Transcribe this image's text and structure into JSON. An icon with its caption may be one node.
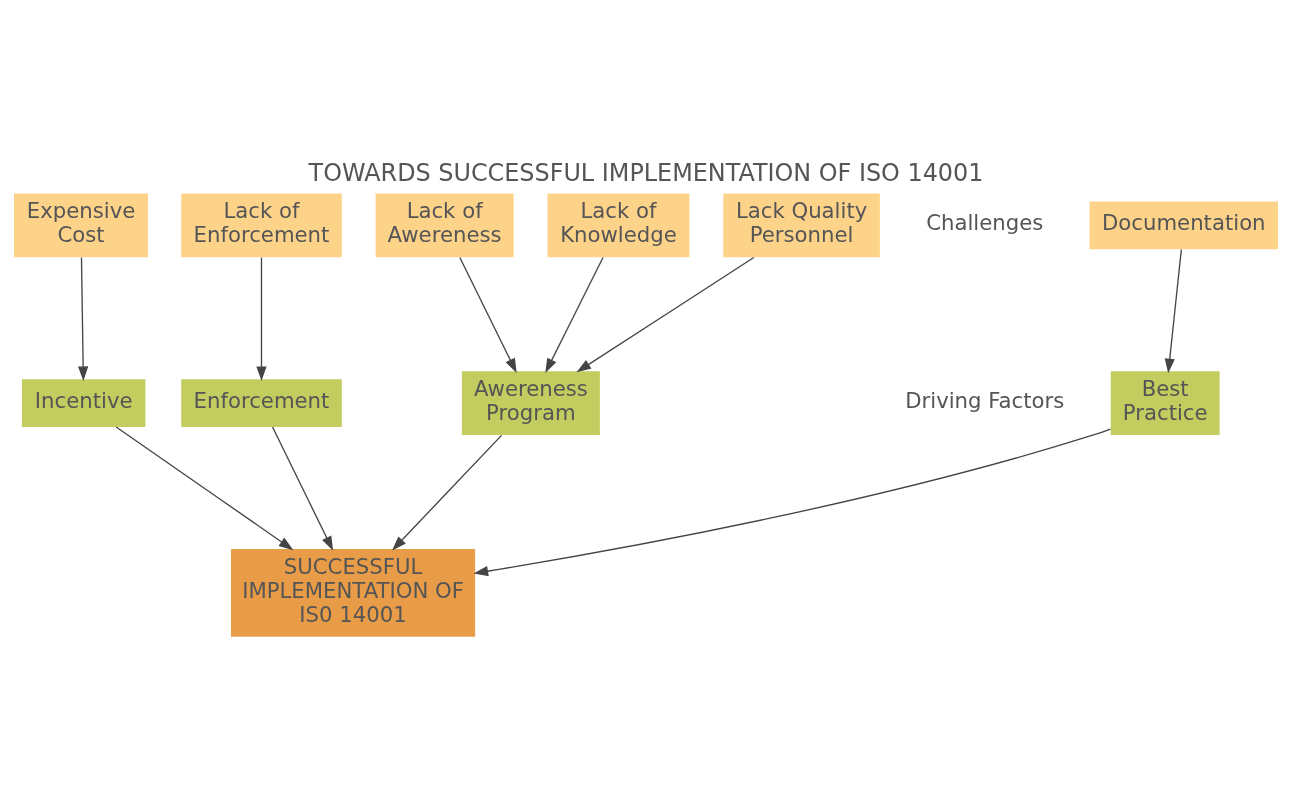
{
  "diagram": {
    "title": "TOWARDS SUCCESSFUL IMPLEMENTATION OF ISO 14001",
    "nodes": [
      {
        "text": [
          "Documentation"
        ]
      },
      {
        "text": [
          "Expensive Cost"
        ]
      },
      {
        "text": [
          "Lack of Enforcement"
        ]
      },
      {
        "text": [
          "Lack of Awereness"
        ]
      },
      {
        "text": [
          "Lack of Knowledge"
        ]
      },
      {
        "text": [
          "Lack Quality Personnel"
        ]
      },
      {
        "text": [
          "Best Practice"
        ]
      },
      {
        "text": [
          "Incentive"
        ]
      },
      {
        "text": [
          "Enforcement"
        ]
      },
      {
        "text": [
          "Awereness Program"
        ]
      },
      {
        "text": [
          "SUCCESSFUL IMPLEMENTATION OF IS0 14001"
        ]
      }
    ],
    "edges": [
      {
        "from": 0,
        "to": 6,
        "arrow": "to"
      },
      {
        "from": 1,
        "to": 7,
        "arrow": "to"
      },
      {
        "from": 2,
        "to": 8,
        "arrow": "to"
      },
      {
        "from": 3,
        "to": 9,
        "arrow": "to"
      },
      {
        "from": 4,
        "to": 9,
        "arrow": "to"
      },
      {
        "from": 5,
        "to": 9,
        "arrow": "to"
      },
      {
        "from": 6,
        "to": 10,
        "arrow": "to"
      },
      {
        "from": 7,
        "to": 10,
        "arrow": "to"
      },
      {
        "from": 8,
        "to": 10,
        "arrow": "to"
      },
      {
        "from": 9,
        "to": 10,
        "arrow": "to"
      }
    ],
    "labels": [
      "Challenges",
      "Driving Factors"
    ]
  }
}
